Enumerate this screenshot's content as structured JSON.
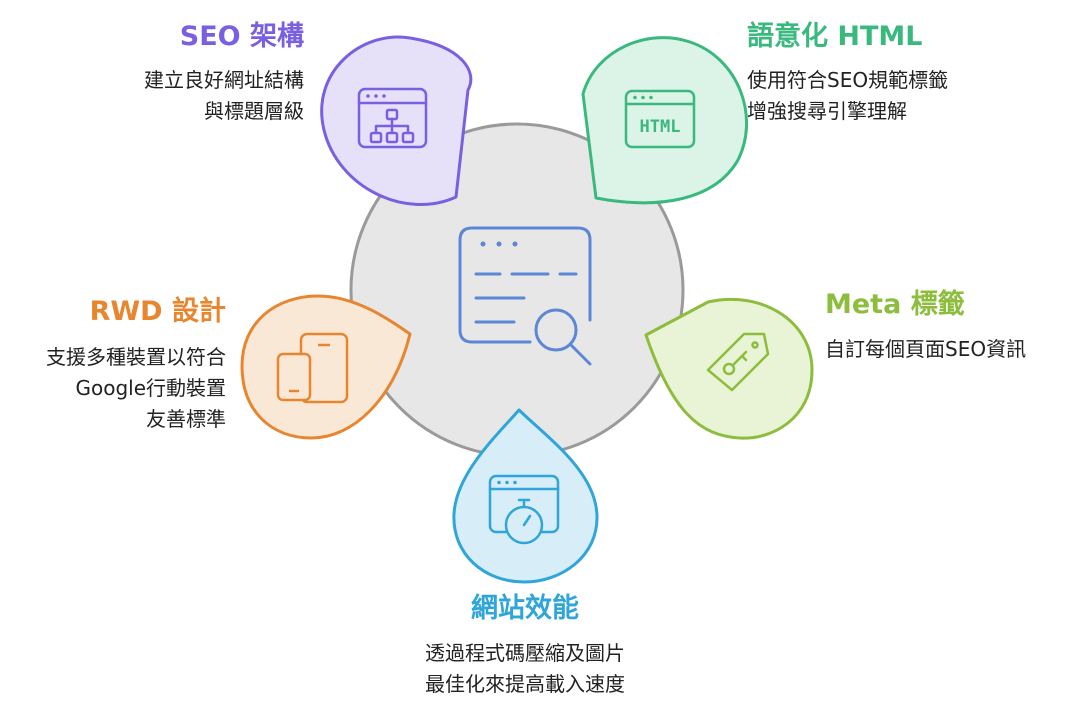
{
  "colors": {
    "seo": "#7a5fe0",
    "semantic": "#3ab97f",
    "meta": "#8cbd3c",
    "performance": "#2fa5d9",
    "rwd": "#e8862f",
    "hub": "#8f8f8f"
  },
  "hub": {
    "icon": "webpage-search-icon"
  },
  "nodes": {
    "seo": {
      "icon": "sitemap-icon",
      "title": "SEO 架構",
      "lines": [
        "建立良好網址結構",
        "與標題層級"
      ]
    },
    "semantic": {
      "icon": "html-icon",
      "icon_text": "HTML",
      "title": "語意化 HTML",
      "lines": [
        "使用符合SEO規範標籤",
        "增強搜尋引擎理解"
      ]
    },
    "meta": {
      "icon": "key-tag-icon",
      "title": "Meta 標籤",
      "lines": [
        "自訂每個頁面SEO資訊"
      ]
    },
    "performance": {
      "icon": "stopwatch-icon",
      "title": "網站效能",
      "lines": [
        "透過程式碼壓縮及圖片",
        "最佳化來提高載入速度"
      ]
    },
    "rwd": {
      "icon": "devices-icon",
      "title": "RWD 設計",
      "lines": [
        "支援多種裝置以符合",
        "Google行動裝置",
        "友善標準"
      ]
    }
  }
}
